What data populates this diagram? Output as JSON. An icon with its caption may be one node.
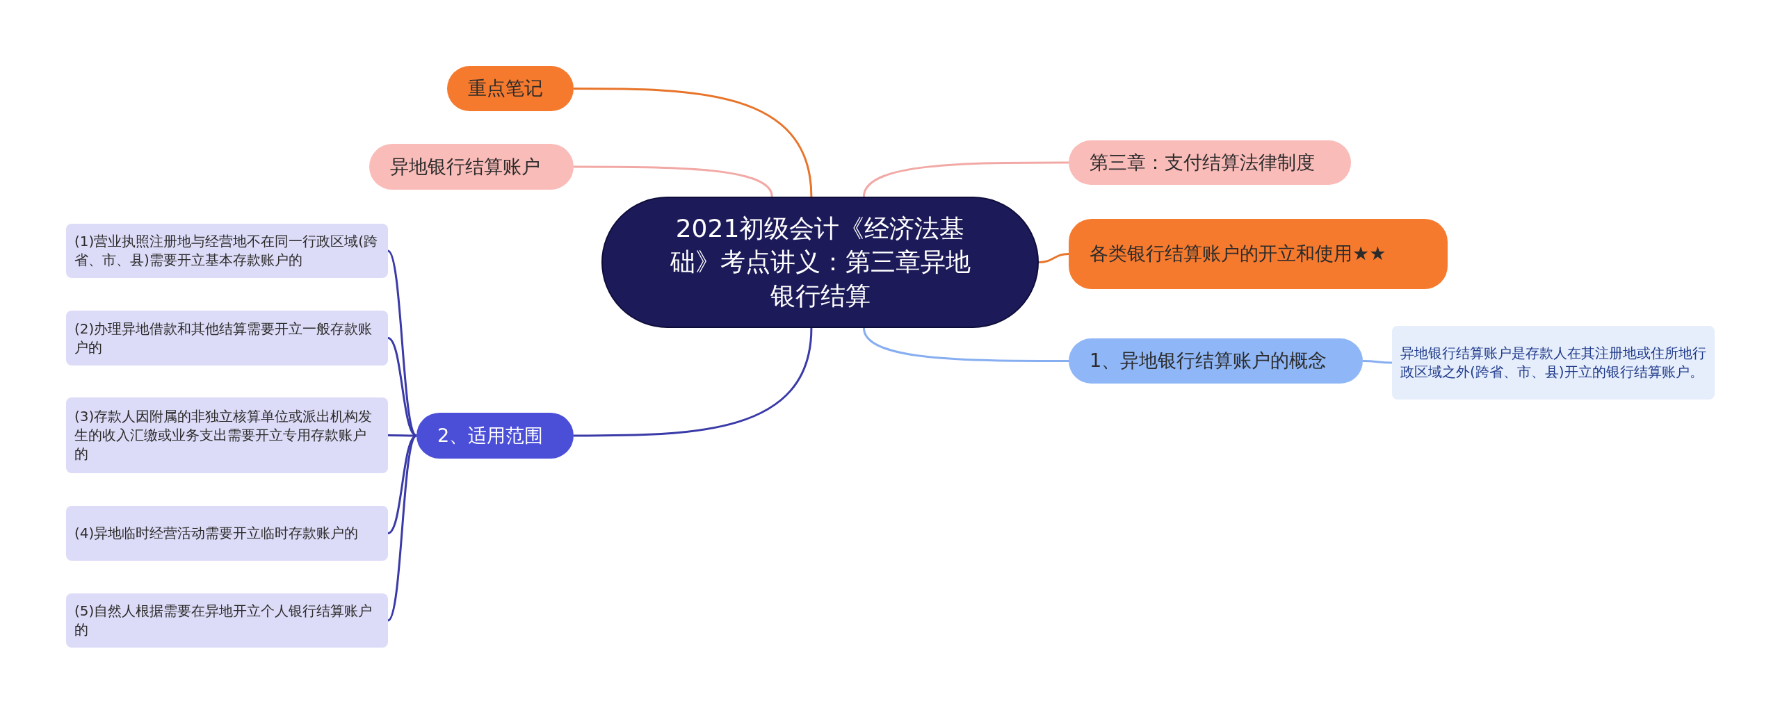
{
  "diagram": {
    "nodes": [
      {
        "text": [
          "2021初级会计《经济法基础》考点讲义：第三章异地银行结算"
        ]
      },
      {
        "text": [
          "重点笔记"
        ]
      },
      {
        "text": [
          "异地银行结算账户"
        ]
      },
      {
        "text": [
          "2、适用范围"
        ]
      },
      {
        "text": [
          "(1)营业执照注册地与经营地不在同一行政区域(跨省、市、县)需要开立基本存款账户的"
        ]
      },
      {
        "text": [
          "(2)办理异地借款和其他结算需要开立一般存款账户的"
        ]
      },
      {
        "text": [
          "(3)存款人因附属的非独立核算单位或派出机构发生的收入汇缴或业务支出需要开立专用存款账户的"
        ]
      },
      {
        "text": [
          "(4)异地临时经营活动需要开立临时存款账户的"
        ]
      },
      {
        "text": [
          "(5)自然人根据需要在异地开立个人银行结算账户的"
        ]
      },
      {
        "text": [
          "第三章：支付结算法律制度"
        ]
      },
      {
        "text": [
          "各类银行结算账户的开立和使用★★"
        ]
      },
      {
        "text": [
          "1、异地银行结算账户的概念"
        ]
      },
      {
        "text": [
          "异地银行结算账户是存款人在其注册地或住所地行政区域之外(跨省、市、县)开立的银行结算账户。"
        ]
      }
    ],
    "edges": [
      {
        "from": 0,
        "to": 1,
        "arrow": "none",
        "color": "#e8742a"
      },
      {
        "from": 0,
        "to": 2,
        "arrow": "none",
        "color": "#f2a9a6"
      },
      {
        "from": 0,
        "to": 3,
        "arrow": "none",
        "color": "#3a3aa8"
      },
      {
        "from": 3,
        "to": 4,
        "arrow": "none",
        "color": "#3a3aa8"
      },
      {
        "from": 3,
        "to": 5,
        "arrow": "none",
        "color": "#3a3aa8"
      },
      {
        "from": 3,
        "to": 6,
        "arrow": "none",
        "color": "#3a3aa8"
      },
      {
        "from": 3,
        "to": 7,
        "arrow": "none",
        "color": "#3a3aa8"
      },
      {
        "from": 3,
        "to": 8,
        "arrow": "none",
        "color": "#3a3aa8"
      },
      {
        "from": 0,
        "to": 9,
        "arrow": "none",
        "color": "#f2a9a6"
      },
      {
        "from": 0,
        "to": 10,
        "arrow": "none",
        "color": "#e8742a"
      },
      {
        "from": 0,
        "to": 11,
        "arrow": "none",
        "color": "#86aef0"
      },
      {
        "from": 11,
        "to": 12,
        "arrow": "none",
        "color": "#86aef0"
      }
    ]
  }
}
